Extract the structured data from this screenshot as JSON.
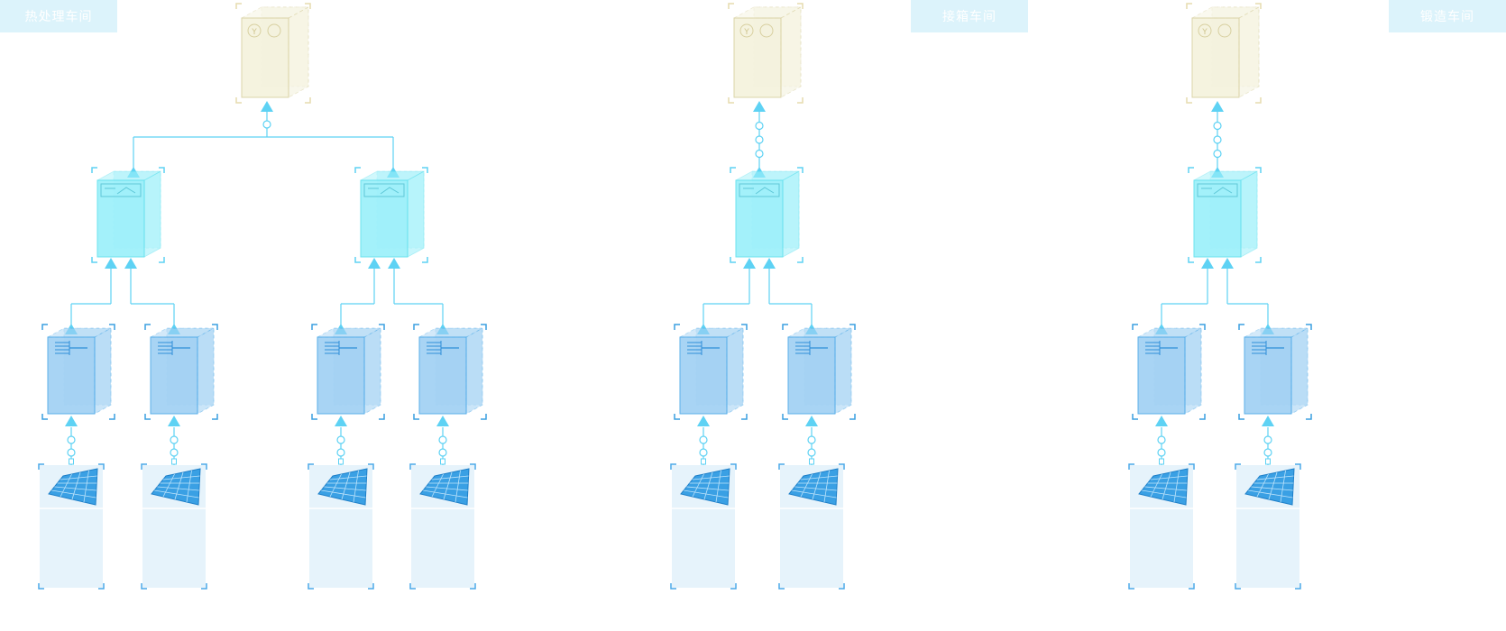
{
  "workshops": [
    {
      "label": "热处理车间",
      "id": "heat-treatment",
      "groups": [
        {
          "id": "g1",
          "inverters": 2
        },
        {
          "id": "g2",
          "inverters": 2
        }
      ]
    },
    {
      "label": "接箱车间",
      "id": "junction",
      "groups": [
        {
          "id": "g1",
          "inverters": 2
        }
      ]
    },
    {
      "label": "锻造车间",
      "id": "forging",
      "groups": [
        {
          "id": "g1",
          "inverters": 2
        }
      ]
    }
  ],
  "device_types": {
    "top": "meter-cabinet-icon",
    "mid": "combiner-box-icon",
    "inverter": "inverter-icon",
    "panel": "solar-panel-icon"
  },
  "colors": {
    "line": "#5ed2f4",
    "top_fill": "#f4f2dc",
    "mid_fill": "#9af0fa",
    "inv_fill": "#9fd0f3",
    "panel_fill": "#e6f3fb",
    "label_bg": "#dcf3fb"
  }
}
